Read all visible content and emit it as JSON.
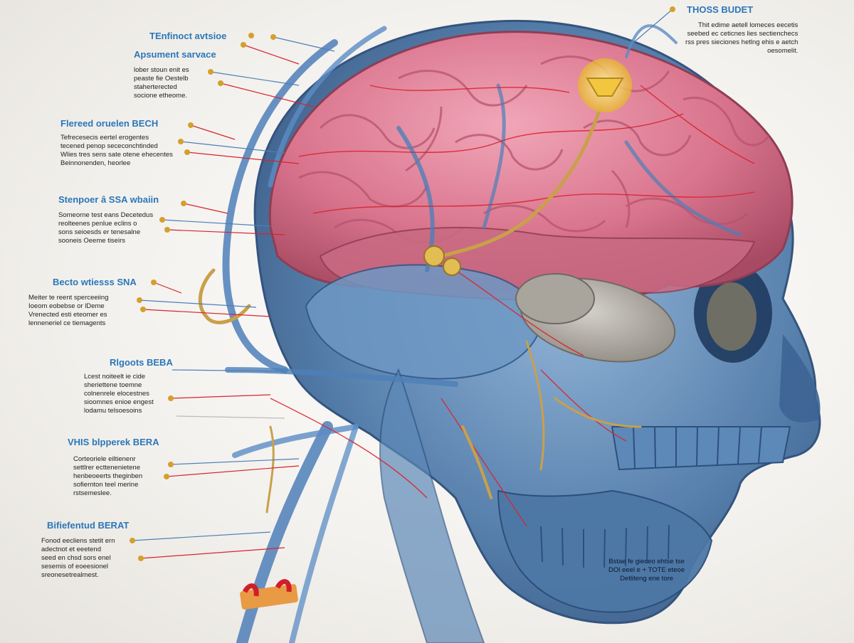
{
  "callouts": [
    {
      "title": "TEnfinoct avtsioe",
      "body": []
    },
    {
      "title": "Apsument sarvace",
      "body": [
        "lober stoun enit es",
        "peaste fie Oestelb",
        "staherterected",
        "socione etheome."
      ]
    },
    {
      "title": "Flereed oruelen BECH",
      "body": [
        "Tefrecesecis eertel erogentes",
        "tecened penop sececonchtinded",
        "Wlies tres sens sate otene ehecentes",
        "Beinnonenden, heorlee"
      ]
    },
    {
      "title": "Stenpoer â SSA wbaiin",
      "body": [
        "Someorne test eans Decetedus",
        "reolteenes penlue eclins o",
        "sons seioesds er tenesalne",
        "sooneis Oeeme tiseirs"
      ]
    },
    {
      "title": "Becto wtiesss SNA",
      "body": [
        "Meiter te reent sperceeiing",
        "Ioeom eobebse or lDeme",
        "Vrenected esti eteomer es",
        "lenneneriel ce tiemagents"
      ]
    },
    {
      "title": "Rlgoots BEBA",
      "body": [
        "Lcest noiteelt ie cide",
        "sheriettene toemne",
        "colnenrele elocestnes",
        "sioomnes enioe engest",
        "lodamu telsoesoins"
      ]
    },
    {
      "title": "VHIS blpperek BERA",
      "body": [
        "Corteoriele eiltienenr",
        "settlrer ecttenenietene",
        "henbeoeerts theginben",
        "sofiernton teel merine",
        "rstsemeslee."
      ]
    },
    {
      "title": "Bifiefentud BERAT",
      "body": [
        "Fonod eecliens stetit ern",
        "adectnot et eeetend",
        "seed en chsd sors enel",
        "sesemis of eoeesionel",
        "sreonesetrealmest."
      ]
    },
    {
      "title": "THOSS BUDET",
      "body": [
        "Thit edime aetell lomeces eecetis",
        "seebed ec ceticnes lies sectienchecs",
        "rss pres sieciones hetlng ehis e aetch",
        "oesomelit."
      ]
    }
  ],
  "face_label": [
    "Bstae fe gieceo ehtse tse",
    "DOl eeel e + TOTE eteoe",
    "Detliteng ene tore"
  ]
}
